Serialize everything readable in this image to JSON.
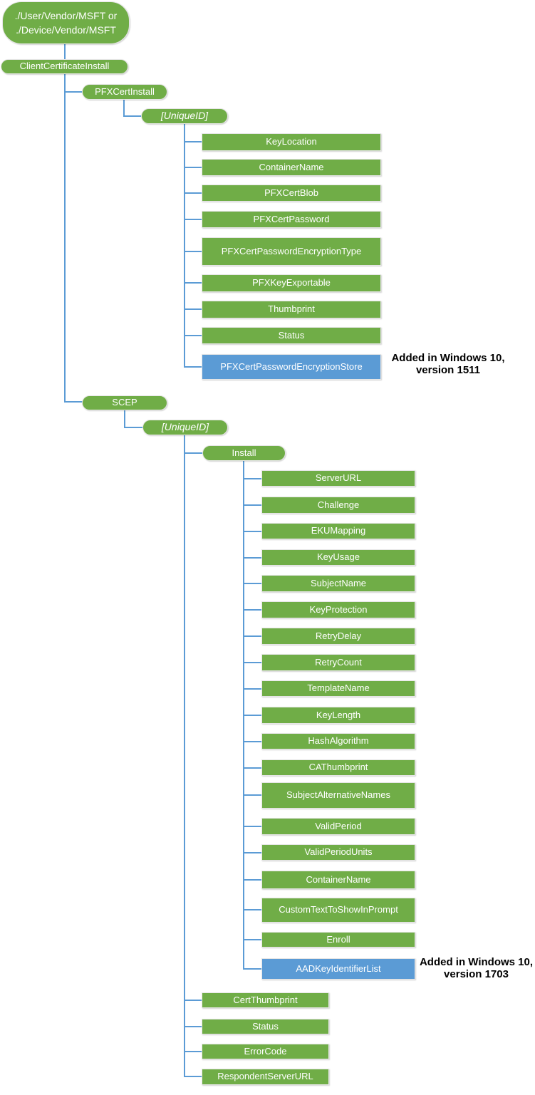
{
  "colors": {
    "green": "#70ad47",
    "blue": "#5b9bd5",
    "connector": "#5b9bd5",
    "annotation": "#000000"
  },
  "root": {
    "line1": "./User/Vendor/MSFT or",
    "line2": "./Device/Vendor/MSFT"
  },
  "client_certificate_install": {
    "label": "ClientCertificateInstall"
  },
  "pfx": {
    "label": "PFXCertInstall",
    "unique_id": "[UniqueID]",
    "children": [
      "KeyLocation",
      "ContainerName",
      "PFXCertBlob",
      "PFXCertPassword",
      "PFXCertPasswordEncryptionType",
      "PFXKeyExportable",
      "Thumbprint",
      "Status"
    ],
    "added": {
      "label": "PFXCertPasswordEncryptionStore",
      "note_line1": "Added in Windows 10,",
      "note_line2": "version 1511"
    }
  },
  "scep": {
    "label": "SCEP",
    "unique_id": "[UniqueID]",
    "install": {
      "label": "Install",
      "children": [
        "ServerURL",
        "Challenge",
        "EKUMapping",
        "KeyUsage",
        "SubjectName",
        "KeyProtection",
        "RetryDelay",
        "RetryCount",
        "TemplateName",
        "KeyLength",
        "HashAlgorithm",
        "CAThumbprint",
        "SubjectAlternativeNames",
        "ValidPeriod",
        "ValidPeriodUnits",
        "ContainerName",
        "CustomTextToShowInPrompt",
        "Enroll"
      ],
      "added": {
        "label": "AADKeyIdentifierList",
        "note_line1": "Added in Windows 10,",
        "note_line2": "version 1703"
      }
    },
    "children": [
      "CertThumbprint",
      "Status",
      "ErrorCode",
      "RespondentServerURL"
    ]
  }
}
